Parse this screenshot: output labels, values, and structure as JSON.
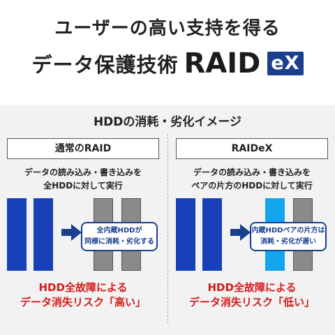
{
  "headline": {
    "line1": "ユーザーの高い支持を得る",
    "line2_prefix": "データ保護技術",
    "brand_raid": "RAID",
    "brand_ex": "eX"
  },
  "subtitle": "HDDの消耗・劣化イメージ",
  "left": {
    "header": "通常のRAID",
    "desc_line1": "データの読み込み・書き込みを",
    "desc_line2": "全HDDに対して実行",
    "callout_line1": "全内蔵HDDが",
    "callout_line2": "同様に消耗・劣化する",
    "result_line1": "HDD全故障による",
    "result_line2": "データ消失リスク「高い」"
  },
  "right": {
    "header": "RAIDeX",
    "desc_line1": "データの読み込み・書き込みを",
    "desc_line2": "ペアの片方のHDDに対して実行",
    "callout_line1": "内蔵HDDペアの片方は",
    "callout_line2": "消耗・劣化が遅い",
    "result_line1": "HDD全故障による",
    "result_line2": "データ消失リスク「低い」"
  },
  "colors": {
    "brand_blue": "#1a3f8f",
    "hdd_dark_blue": "#1840b8",
    "hdd_light_blue": "#14a5ee",
    "hdd_gray": "#8a8a8a",
    "risk_red": "#d61a1a"
  },
  "icons": [
    "arrow-right-icon"
  ]
}
